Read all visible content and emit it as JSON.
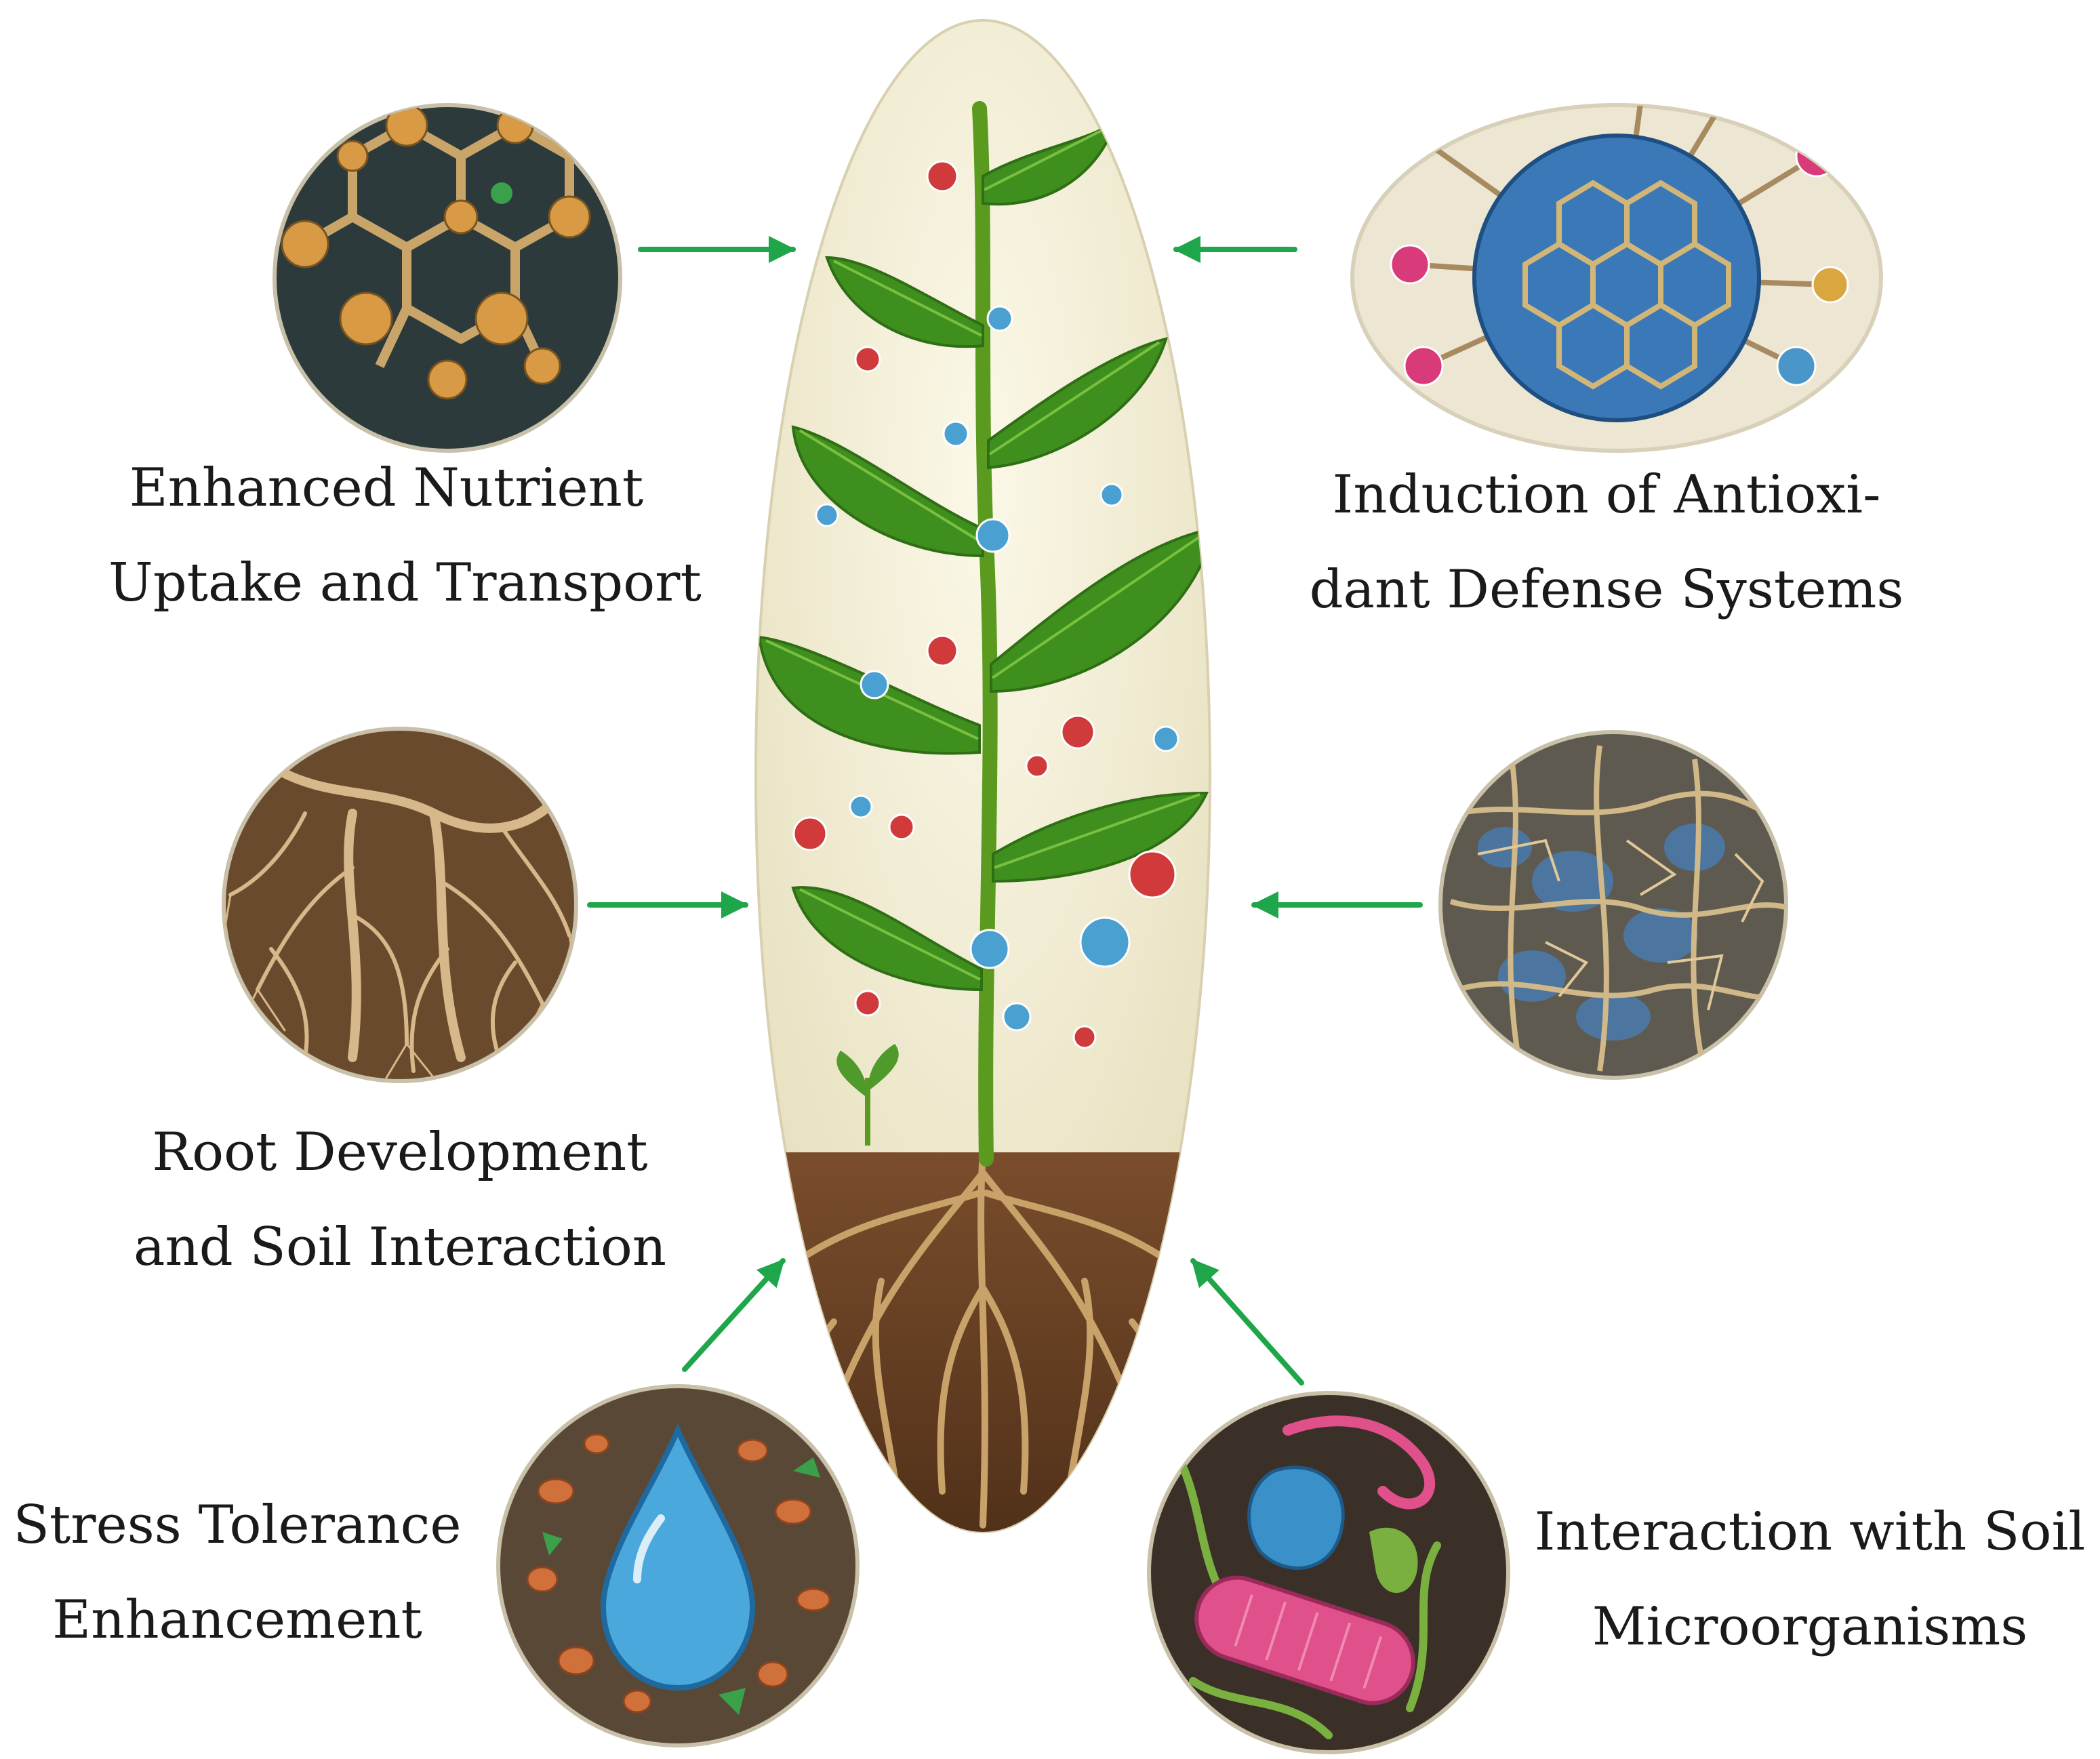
{
  "center": {
    "colors": {
      "sky": "#f3efd6",
      "stem": "#5a9a1e",
      "leaf": "#3f8f1f",
      "soil": "#6b4226",
      "root": "#c9a26a"
    }
  },
  "arrows": {
    "color": "#1fa64a"
  },
  "nodes": {
    "nutrient": {
      "lines": [
        "Enhanced Nutrient",
        "Uptake and Transport"
      ],
      "icon": "nutrient-molecule-icon",
      "colors": {
        "bg": "#2c3a3c",
        "bond": "#c9a56a",
        "atom": "#d89a45"
      }
    },
    "antioxidant": {
      "lines": [
        "Induction of Antioxi-",
        "dant Defense Systems"
      ],
      "icon": "antioxidant-nanoparticle-icon",
      "colors": {
        "bg": "#ece6d2",
        "core": "#3a78b8",
        "pink": "#d83a7a",
        "gold": "#d9a640",
        "blue": "#4a96c8"
      }
    },
    "root": {
      "lines": [
        "Root Development",
        "and Soil Interaction"
      ],
      "icon": "root-network-icon",
      "colors": {
        "bg": "#6a4a2c",
        "root": "#d6b88a"
      }
    },
    "soil_structure": {
      "icon": "soil-structure-icon",
      "colors": {
        "bg": "#5f5a4f",
        "mesh": "#d0b888",
        "blue": "#4a78a8"
      }
    },
    "stress": {
      "lines": [
        "Stress Tolerance",
        "Enhancement"
      ],
      "icon": "water-droplet-icon",
      "colors": {
        "bg": "#5a4836",
        "drop": "#4aa8dc",
        "accent": "#d0703a",
        "green": "#3aa04a"
      }
    },
    "microbe": {
      "lines": [
        "Interaction with Soil",
        "Microorganisms"
      ],
      "icon": "soil-microorganism-icon",
      "colors": {
        "bg": "#3a3028",
        "pink": "#e0508a",
        "blue": "#3a90c8",
        "green": "#7ab040"
      }
    }
  }
}
